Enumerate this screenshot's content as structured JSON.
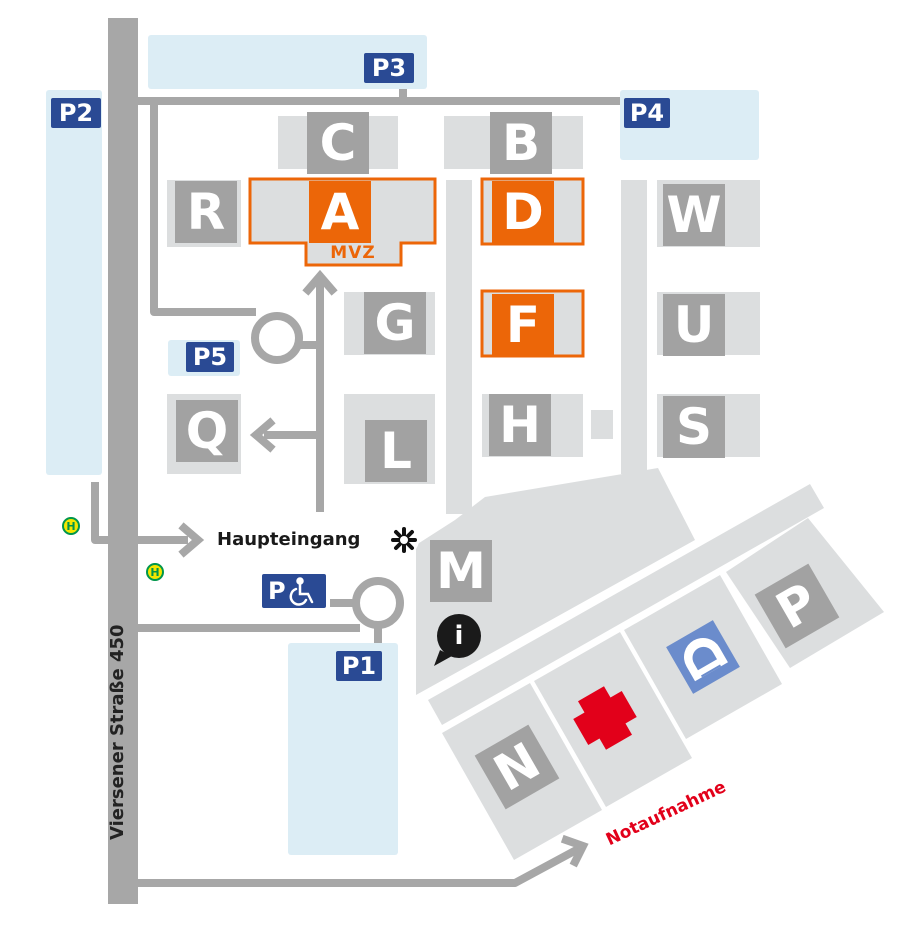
{
  "buildings": {
    "C": "C",
    "B": "B",
    "R": "R",
    "A": "A",
    "D": "D",
    "W": "W",
    "G": "G",
    "F": "F",
    "U": "U",
    "Q": "Q",
    "L": "L",
    "H": "H",
    "S": "S",
    "M": "M",
    "N": "N",
    "P": "P"
  },
  "mvz_label": "MVZ",
  "parking": {
    "P1": "P1",
    "P2": "P2",
    "P3": "P3",
    "P4": "P4",
    "P5": "P5",
    "P_accessible": "P"
  },
  "street_name": "Viersener Straße 450",
  "main_entrance": "Haupteingang",
  "emergency": "Notaufnahme",
  "bus_stop_letter": "H",
  "info_letter": "i",
  "colors": {
    "highlight": "#ec6608",
    "building_tile": "#a2a2a2",
    "block_fill": "#dcdedf",
    "road": "#a7a7a7",
    "parking_area": "#dcedf5",
    "parking_label": "#2a4a94",
    "emergency": "#e2001a",
    "bus_ring": "#00964b",
    "bus_fill": "#f2e600"
  }
}
